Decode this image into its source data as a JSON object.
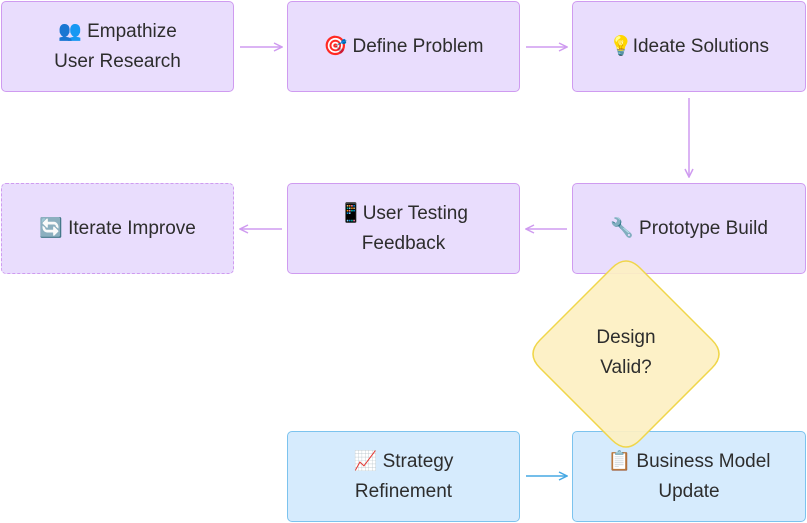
{
  "colors": {
    "process_fill": "#e9ddfd",
    "process_border": "#cf9bf0",
    "business_fill": "#d6ebfd",
    "business_border": "#7cc3ee",
    "decision_fill": "#fdf0c2",
    "decision_border": "#f0d64a",
    "edge_purple": "#cf9bf0",
    "edge_blue": "#46a8e4"
  },
  "nodes": {
    "empathize": {
      "label": "👥 Empathize\nUser Research"
    },
    "define": {
      "label": "🎯 Define Problem"
    },
    "ideate": {
      "label": "💡Ideate Solutions"
    },
    "prototype": {
      "label": "🔧 Prototype Build"
    },
    "testing": {
      "label": "📱User Testing\nFeedback"
    },
    "iterate": {
      "label": "🔄 Iterate Improve"
    },
    "decision": {
      "label": "Design\nValid?"
    },
    "strategy": {
      "label": "📈 Strategy\nRefinement"
    },
    "business": {
      "label": "📋 Business Model\nUpdate"
    }
  }
}
